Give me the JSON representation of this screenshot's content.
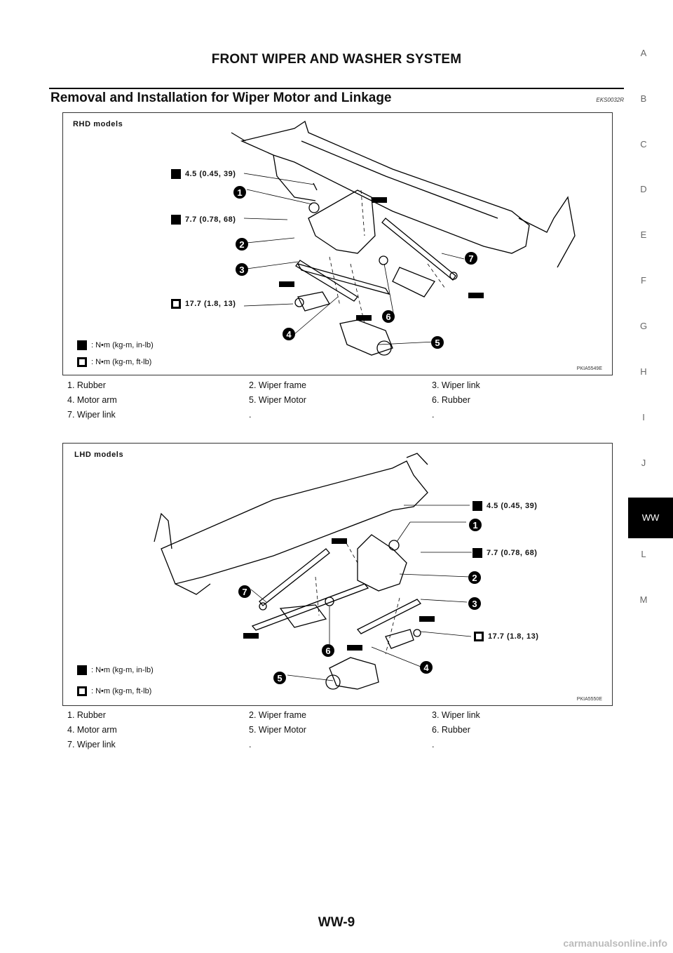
{
  "header": {
    "title": "FRONT WIPER AND WASHER SYSTEM"
  },
  "section": {
    "title": "Removal and Installation for Wiper Motor and Linkage",
    "code": "EKS0032R"
  },
  "side_index": [
    "A",
    "B",
    "C",
    "D",
    "E",
    "F",
    "G",
    "H",
    "I",
    "J",
    "WW",
    "L",
    "M"
  ],
  "side_index_active": "WW",
  "figure_rhd": {
    "label": "RHD models",
    "code": "PKIA5549E",
    "torques": [
      "4.5 (0.45, 39)",
      "7.7 (0.78, 68)",
      "17.7 (1.8, 13)"
    ],
    "legend": [
      ": N•m  (kg-m,  in-lb)",
      ": N•m  (kg-m,  ft-lb)"
    ],
    "callouts": [
      "1",
      "2",
      "3",
      "4",
      "5",
      "6",
      "7"
    ]
  },
  "figure_lhd": {
    "label": "LHD models",
    "code": "PKIA5550E",
    "torques": [
      "4.5 (0.45, 39)",
      "7.7 (0.78, 68)",
      "17.7 (1.8, 13)"
    ],
    "legend": [
      ": N•m  (kg-m,  in-lb)",
      ": N•m  (kg-m,  ft-lb)"
    ],
    "callouts": [
      "1",
      "2",
      "3",
      "4",
      "5",
      "6",
      "7"
    ]
  },
  "parts_rhd": [
    [
      "1.   Rubber",
      "2.   Wiper frame",
      "3.   Wiper link"
    ],
    [
      "4.   Motor arm",
      "5.   Wiper Motor",
      "6.   Rubber"
    ],
    [
      "7.   Wiper link",
      ".",
      "."
    ]
  ],
  "parts_lhd": [
    [
      "1.   Rubber",
      "2.   Wiper frame",
      "3.   Wiper link"
    ],
    [
      "4.   Motor arm",
      "5.   Wiper Motor",
      "6.   Rubber"
    ],
    [
      "7.   Wiper link",
      ".",
      "."
    ]
  ],
  "footer": {
    "page": "WW-9"
  },
  "watermark": "carmanualsonline.info"
}
